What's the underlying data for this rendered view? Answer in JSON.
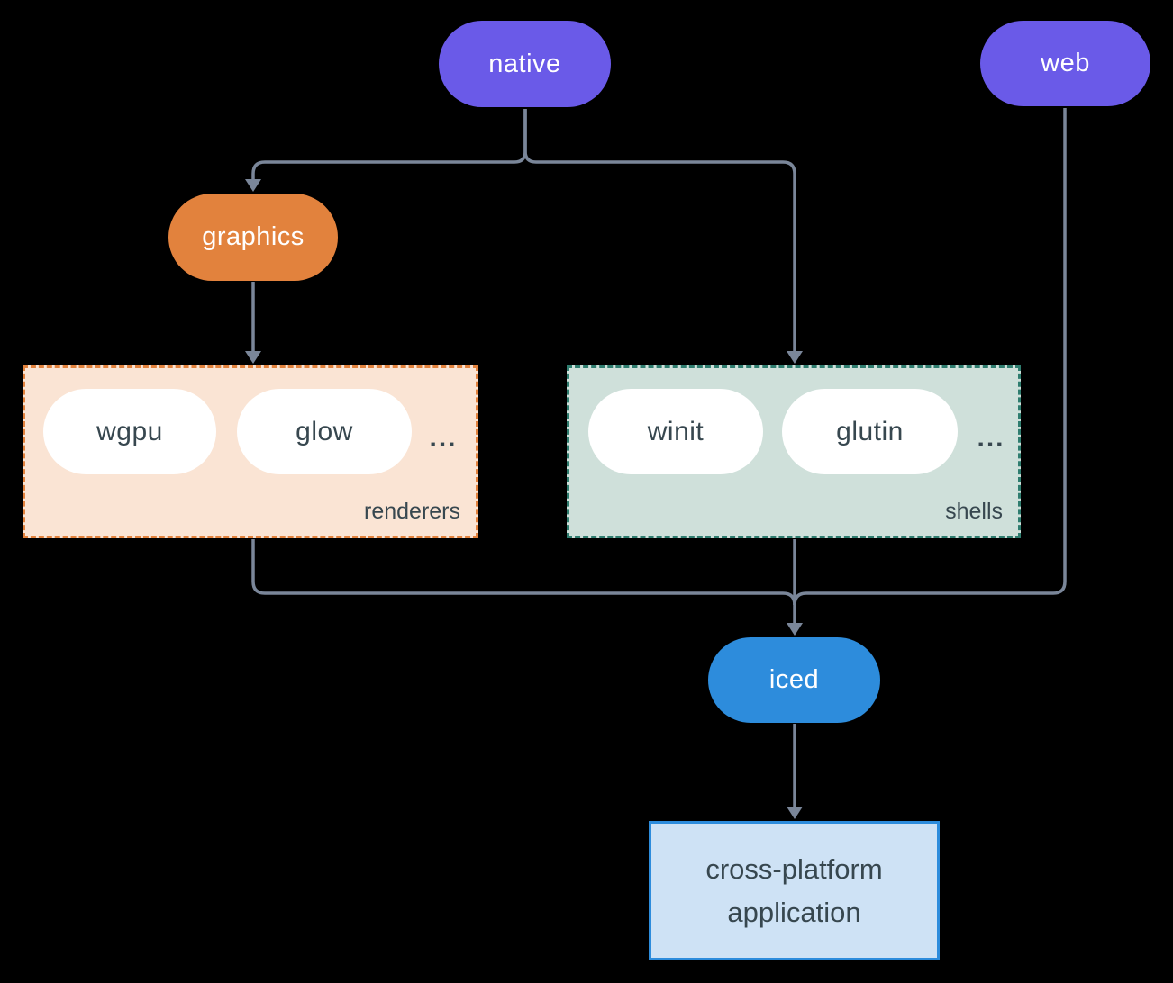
{
  "colors": {
    "bg": "#000000",
    "purple": "#6A5AE8",
    "orange": "#E2823D",
    "peach-fill": "#FAE4D4",
    "teal": "#2F7D6F",
    "sage-fill": "#CFE0DA",
    "blue": "#2D8CDC",
    "app-fill": "#CEE2F5",
    "line": "#7A8699",
    "ink": "#37474F",
    "white": "#FFFFFF"
  },
  "nodes": {
    "native": {
      "label": "native"
    },
    "web": {
      "label": "web"
    },
    "graphics": {
      "label": "graphics"
    },
    "iced": {
      "label": "iced"
    },
    "application": {
      "line1": "cross-platform",
      "line2": "application"
    }
  },
  "groups": {
    "renderers": {
      "label": "renderers",
      "items": [
        "wgpu",
        "glow"
      ],
      "ellipsis": "..."
    },
    "shells": {
      "label": "shells",
      "items": [
        "winit",
        "glutin"
      ],
      "ellipsis": "..."
    }
  },
  "edges": [
    {
      "from": "native",
      "to": "graphics"
    },
    {
      "from": "native",
      "to": "shells"
    },
    {
      "from": "graphics",
      "to": "renderers"
    },
    {
      "from": "renderers",
      "to": "iced"
    },
    {
      "from": "shells",
      "to": "iced"
    },
    {
      "from": "web",
      "to": "iced"
    },
    {
      "from": "iced",
      "to": "application"
    }
  ]
}
